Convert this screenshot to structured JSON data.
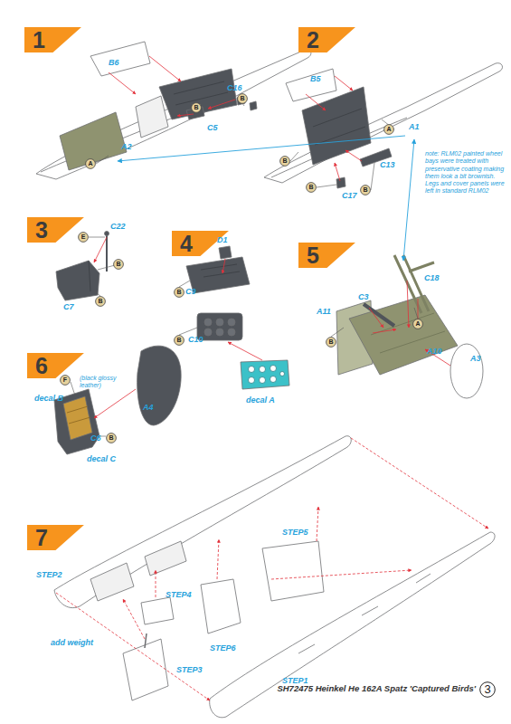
{
  "diagram": {
    "caption": "SH72475 Heinkel He 162A Spatz 'Captured Birds'",
    "nodes": [
      {
        "text": [
          "1"
        ]
      },
      {
        "text": [
          "B"
        ]
      },
      {
        "text": [
          "B"
        ]
      },
      {
        "text": [
          "A"
        ]
      },
      {
        "text": [
          "2"
        ]
      },
      {
        "text": [
          "A"
        ]
      },
      {
        "text": [
          "B"
        ]
      },
      {
        "text": [
          "B"
        ]
      },
      {
        "text": [
          "B"
        ]
      },
      {
        "text": [
          "3"
        ]
      },
      {
        "text": [
          "E"
        ]
      },
      {
        "text": [
          "B"
        ]
      },
      {
        "text": [
          "B"
        ]
      },
      {
        "text": [
          "4"
        ]
      },
      {
        "text": [
          "B"
        ]
      },
      {
        "text": [
          "B"
        ]
      },
      {
        "text": [
          "5"
        ]
      },
      {
        "text": [
          "A"
        ]
      },
      {
        "text": [
          "B"
        ]
      },
      {
        "text": [
          "6"
        ]
      },
      {
        "text": [
          "F"
        ]
      },
      {
        "text": [
          "B"
        ]
      },
      {
        "text": [
          "7"
        ]
      },
      {
        "text": [
          "3"
        ]
      }
    ],
    "labels": [
      "B6",
      "C16",
      "C5",
      "A2",
      "B5",
      "A1",
      "C13",
      "C17",
      "note: RLM02 painted wheel bays were treated with preservative coating making them look a bit brownish. Legs and cover panels were left in standard RLM02",
      "C22",
      "C7",
      "D1",
      "C9",
      "C10",
      "decal A",
      "C18",
      "C3",
      "A11",
      "A10",
      "A3",
      "decal B",
      "(black glossy leather)",
      "decal C",
      "C6",
      "A4",
      "STEP5",
      "STEP2",
      "add weight",
      "STEP4",
      "STEP3",
      "STEP6",
      "STEP1"
    ]
  }
}
